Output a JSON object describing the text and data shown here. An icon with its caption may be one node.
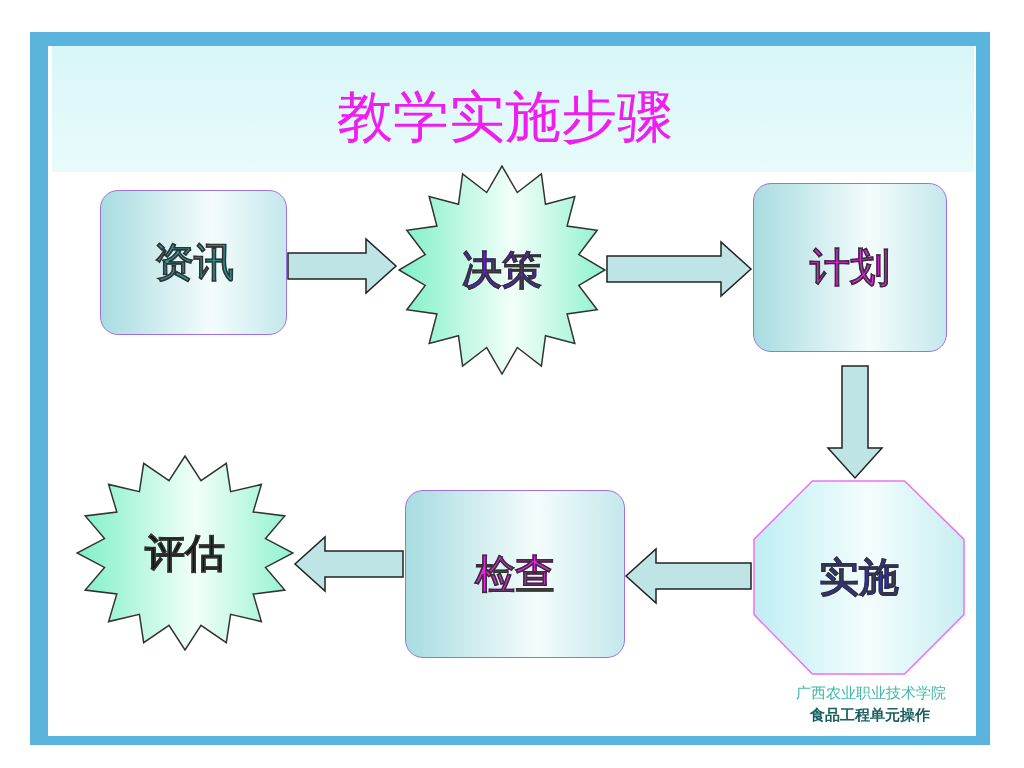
{
  "diagram": {
    "title": "教学实施步骤",
    "nodes": [
      {
        "text": [
          "资讯"
        ]
      },
      {
        "text": [
          "决策"
        ]
      },
      {
        "text": [
          "计划"
        ]
      },
      {
        "text": [
          "实施"
        ]
      },
      {
        "text": [
          "检查"
        ]
      },
      {
        "text": [
          "评估"
        ]
      }
    ],
    "edges": [
      {
        "from": 0,
        "to": 1,
        "arrow": "to"
      },
      {
        "from": 1,
        "to": 2,
        "arrow": "to"
      },
      {
        "from": 2,
        "to": 3,
        "arrow": "to"
      },
      {
        "from": 3,
        "to": 4,
        "arrow": "to"
      },
      {
        "from": 4,
        "to": 5,
        "arrow": "to"
      }
    ],
    "labels": [
      "广西农业职业技术学院",
      "食品工程单元操作"
    ]
  }
}
